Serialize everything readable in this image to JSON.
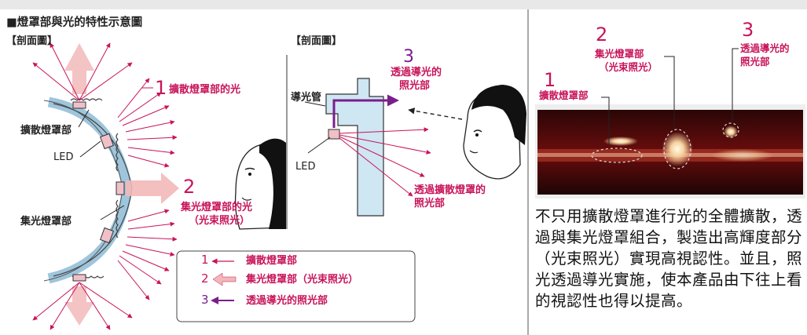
{
  "title": "■燈罩部與光的特性示意圖",
  "section_label": "【剖面圖】",
  "left_diagram": {
    "callout_1_num": "1",
    "callout_1_text": "擴散燈罩部的光",
    "label_diffuser": "擴散燈罩部",
    "label_led": "LED",
    "callout_2_num": "2",
    "callout_2_line1": "集光燈罩部的光",
    "callout_2_line2": "（光束照光）",
    "label_condenser": "集光燈罩部"
  },
  "middle_diagram": {
    "label_light_pipe": "導光管",
    "label_led": "LED",
    "callout_3_num": "3",
    "callout_3_line1": "透過導光的",
    "callout_3_line2": "照光部",
    "callout_diffused_line1": "透過擴散燈罩的",
    "callout_diffused_line2": "照光部"
  },
  "legend": [
    {
      "num": "1",
      "text": "擴散燈罩部"
    },
    {
      "num": "2",
      "text": "集光燈罩部（光束照光）"
    },
    {
      "num": "3",
      "text": "透過導光的照光部"
    }
  ],
  "photo": {
    "callout_1_num": "1",
    "callout_1_text": "擴散燈罩部",
    "callout_2_num": "2",
    "callout_2_line1": "集光燈罩部",
    "callout_2_line2": "（光束照光）",
    "callout_3_num": "3",
    "callout_3_line1": "透過導光的",
    "callout_3_line2": "照光部"
  },
  "description": "不只用擴散燈罩進行光的全體擴散，透過與集光燈罩組合，製造出高輝度部分（光束照光）實現高視認性。並且，照光透過導光實施，使本產品由下往上看的視認性也得以提高。",
  "colors": {
    "accent": "#c8145a",
    "arrow_purple": "#7a1e8c",
    "diffuser_blue": "#cfe6f3",
    "beam_pink": "#f2b8b8"
  }
}
